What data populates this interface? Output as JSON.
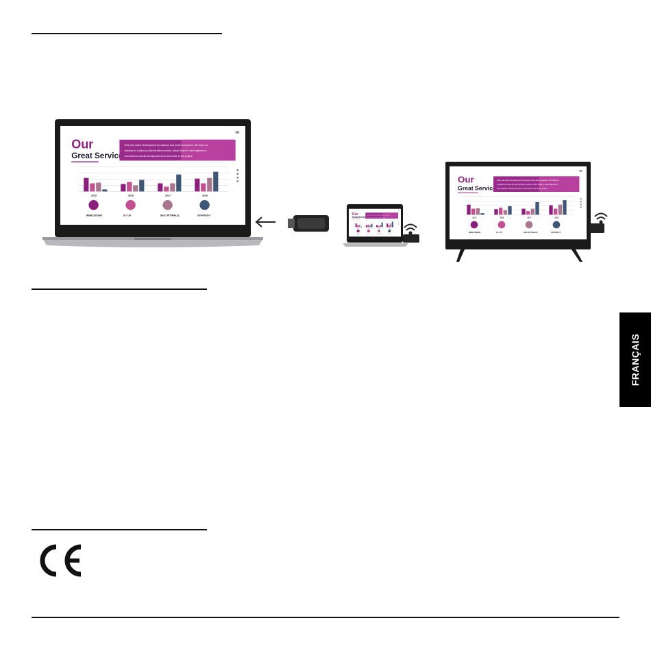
{
  "language_tab": "FRANÇAIS",
  "ce_mark": "CE",
  "slide": {
    "title_line1": "Our",
    "title_line2": "Great Service",
    "banner_lines": [
      "Web and native development for startups and small companies. We build our",
      "software in a step-by-step iterative process, which helps to meet objectives,",
      "and reduces overall development time and costs of the project."
    ],
    "years": [
      "2015",
      "2016",
      "2017",
      "2018"
    ],
    "icon_labels": [
      "WEB DESIGN",
      "UI / UX",
      "SEO OPTIMALIZ",
      "STRATEGY"
    ],
    "colors": {
      "accent": "#8a1f7c",
      "pink": "#c0508f",
      "mauve": "#a8768f",
      "slate": "#3f5676"
    }
  }
}
